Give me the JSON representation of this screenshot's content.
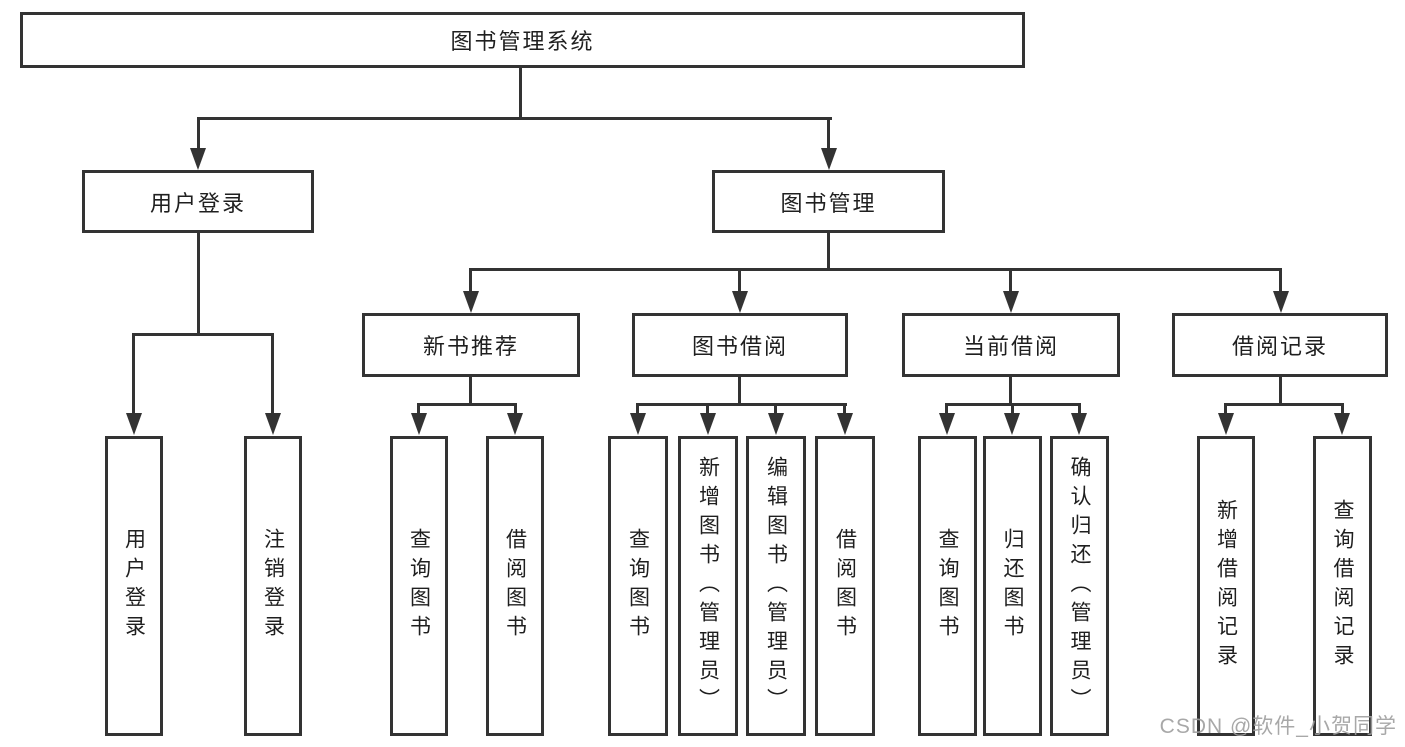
{
  "diagram": {
    "title_note": "functional structure tree",
    "root": "图书管理系统",
    "branches": [
      {
        "label": "用户登录",
        "children": [
          "用户登录",
          "注销登录"
        ]
      },
      {
        "label": "图书管理",
        "groups": [
          {
            "label": "新书推荐",
            "children": [
              "查询图书",
              "借阅图书"
            ]
          },
          {
            "label": "图书借阅",
            "children": [
              "查询图书",
              "新增图书（管理员）",
              "编辑图书（管理员）",
              "借阅图书"
            ]
          },
          {
            "label": "当前借阅",
            "children": [
              "查询图书",
              "归还图书",
              "确认归还（管理员）"
            ]
          },
          {
            "label": "借阅记录",
            "children": [
              "新增借阅记录",
              "查询借阅记录"
            ]
          }
        ]
      }
    ]
  },
  "watermark": "CSDN @软件_小贺同学",
  "colors": {
    "line": "#333333",
    "text": "#1f1f1f",
    "watermark": "#9e9e9e",
    "background": "#ffffff"
  }
}
